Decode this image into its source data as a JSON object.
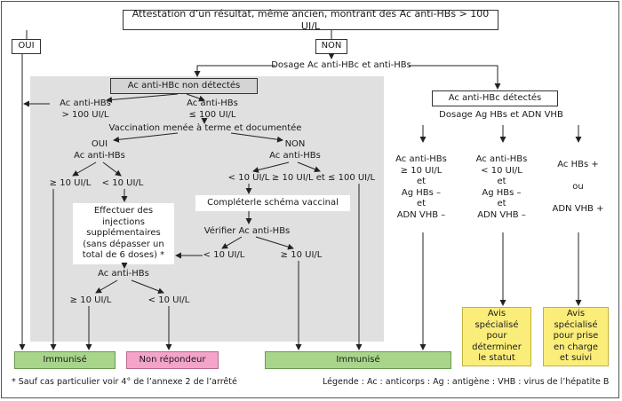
{
  "header": "Attestation d’un résultat, même ancien, montrant des Ac anti-HBs > 100 UI/L",
  "oui": "OUI",
  "non": "NON",
  "dosage_hbc": "Dosage Ac anti-HBc et anti-HBs",
  "hbc_non_detectes": "Ac anti-HBc non détectés",
  "gt100": "Ac anti-HBs\n> 100 UI/L",
  "le100": "Ac anti-HBs\n≤ 100 UI/L",
  "vaccination": "Vaccination menée à terme et documentée",
  "oui_hbs": "OUI\nAc anti-HBs",
  "non_hbs": "NON\nAc anti-HBs",
  "ge10_a": "≥ 10 UI/L",
  "lt10_a": "< 10 UI/L",
  "lt10_b": "< 10 UI/L",
  "range_10_100": "≥ 10 UI/L et ≤ 100 UI/L",
  "injections": "Effectuer des\ninjections\nsupplémentaires\n(sans dépasser un\ntotal de 6 doses) *",
  "completer": "Compléterle schéma vaccinal",
  "verifier": "Vérifier Ac anti-HBs",
  "lt10_c": "< 10 UI/L",
  "ge10_c": "≥ 10 UI/L",
  "ac_hbs_small": "Ac anti-HBs",
  "ge10_d": "≥ 10 UI/L",
  "lt10_d": "< 10 UI/L",
  "hbc_detectes": "Ac anti-HBc détectés",
  "dosage_ag": "Dosage Ag HBs et ADN VHB",
  "col1": "Ac anti-HBs\n≥ 10 UI/L\net\nAg HBs –\net\nADN VHB –",
  "col2": "Ac anti-HBs\n< 10 UI/L\net\nAg HBs –\net\nADN VHB –",
  "col3": "Ac HBs +\n\nou\n\nADN VHB +",
  "immunise_1": "Immunisé",
  "non_repondeur": "Non répondeur",
  "immunise_2": "Immunisé",
  "avis_statut": "Avis\nspécialisé\npour\ndéterminer\nle statut",
  "avis_prise": "Avis\nspécialisé\npour prise\nen charge\net suivi",
  "footnote": "* Sauf cas particulier voir 4° de l’annexe 2 de l’arrêté",
  "legend": "Légende : Ac : anticorps : Ag : antigène : VHB : virus de l’hépatite B",
  "colors": {
    "immunise": "#a8d58a",
    "non_repondeur": "#f3a4c8",
    "avis": "#fbed7a",
    "panel": "#e0e0e0"
  }
}
